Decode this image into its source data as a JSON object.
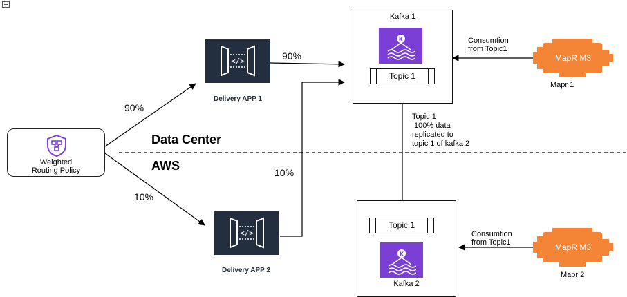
{
  "policy": {
    "line1": "Weighted",
    "line2": "Routing Policy"
  },
  "zones": {
    "top": "Data Center",
    "bottom": "AWS"
  },
  "apps": [
    {
      "label": "Delivery APP 1"
    },
    {
      "label": "Delivery APP 2"
    }
  ],
  "percents": {
    "policy_to_app1": "90%",
    "policy_to_app2": "10%",
    "app1_to_kafka1": "90%",
    "app2_to_kafka1": "10%"
  },
  "kafka": [
    {
      "title": "Kafka 1",
      "topic": "Topic 1"
    },
    {
      "title": "Kafka 2",
      "topic": "Topic 1"
    }
  ],
  "replication": {
    "line1": "Topic 1",
    "line2": " 100% data",
    "line3": "replicated to",
    "line4": "topic 1 of kafka 2"
  },
  "consumers": [
    {
      "badge": "MapR M3",
      "name": "Mapr 1",
      "note1": "Consumtion",
      "note2": "from Topic1"
    },
    {
      "badge": "MapR M3",
      "name": "Mapr 2",
      "note1": "Consumtion",
      "note2": "from Topic1"
    }
  ],
  "colors": {
    "app_icon": "#232f3e",
    "kafka_icon": "#7b3fd6",
    "mapr": "#f58536",
    "policy_icon": "#7b3fd6"
  }
}
